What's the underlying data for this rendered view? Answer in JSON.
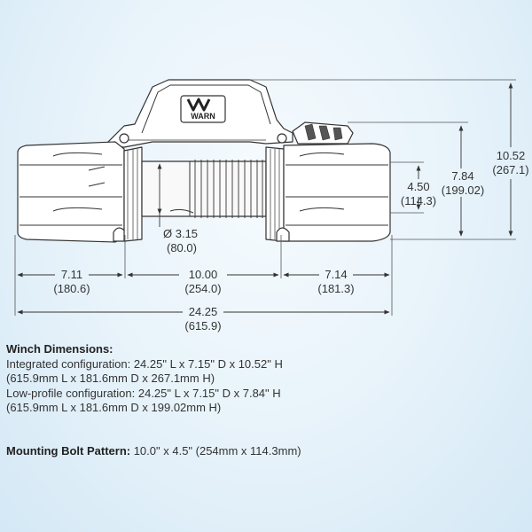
{
  "diagram": {
    "logo": "WARN",
    "dimensions": {
      "overall_height": {
        "inches": "10.52",
        "mm": "(267.1)"
      },
      "low_profile_height": {
        "inches": "7.84",
        "mm": "(199.02)"
      },
      "bolt_spacing_depth": {
        "inches": "4.50",
        "mm": "(114.3)"
      },
      "drum_diameter": {
        "inches": "Ø 3.15",
        "mm": "(80.0)"
      },
      "left_section": {
        "inches": "7.11",
        "mm": "(180.6)"
      },
      "center_section": {
        "inches": "10.00",
        "mm": "(254.0)"
      },
      "right_section": {
        "inches": "7.14",
        "mm": "(181.3)"
      },
      "overall_length": {
        "inches": "24.25",
        "mm": "(615.9)"
      }
    }
  },
  "specs": {
    "winch_heading": "Winch Dimensions:",
    "integrated_line1": "Integrated configuration: 24.25\" L x 7.15\" D x 10.52\" H",
    "integrated_line2": "(615.9mm L x 181.6mm D x 267.1mm H)",
    "lowprofile_line1": "Low-profile configuration: 24.25\" L x 7.15\" D x 7.84\" H",
    "lowprofile_line2": "(615.9mm L x 181.6mm D x 199.02mm H)",
    "bolt_heading": "Mounting Bolt Pattern:",
    "bolt_value": " 10.0\" x 4.5\" (254mm x 114.3mm)"
  }
}
